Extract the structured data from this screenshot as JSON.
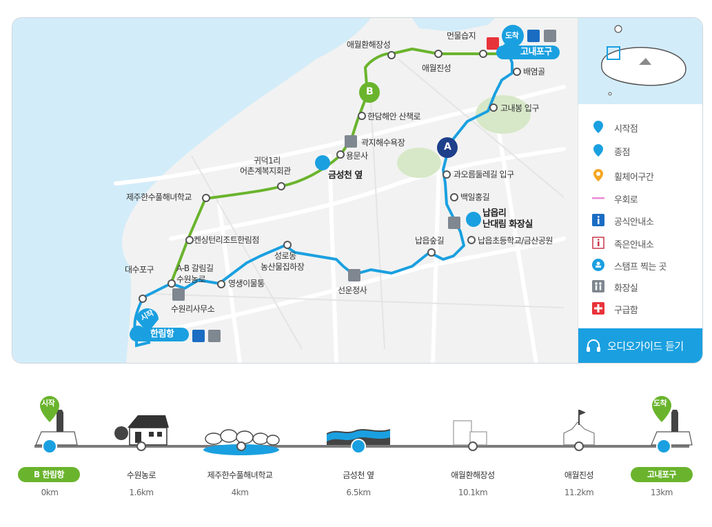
{
  "map": {
    "labels": {
      "meonmul": "먼물습지",
      "aewol_beach": "애월환해장성",
      "aewol_fort": "애월진성",
      "baeyeomgol": "배염골",
      "gonaebong": "고내봉 입구",
      "handam": "한담해안 산책로",
      "gwakji": "곽지해수욕장",
      "yongmunsa": "용문사",
      "geumseong": "금성천 옆",
      "gwideok1": "귀덕1리",
      "gwideok2": "어촌계복지회관",
      "haenyeo": "제주한수풀해녀학교",
      "kensington": "켄싱턴리조트한림점",
      "daesu": "대수포구",
      "ab_junction": "A-B 갈림길",
      "suwon_farm": "수원농로",
      "yeongsaeng": "영생이물통",
      "suwon_office": "수원리사무소",
      "hallim": "한림항",
      "seongrodong1": "성로동",
      "seongrodong2": "농산물집하장",
      "seonun": "선운정사",
      "napeupsup": "납읍숲길",
      "napeup_toilet1": "납읍리",
      "napeup_toilet2": "난대림 화장실",
      "napeup_school": "납읍초등학교/금산공원",
      "baegil": "백일홍길",
      "gwaoreum": "과오름둘레길 입구",
      "gonaepo": "고내포구",
      "start_tag": "시작",
      "end_tag": "도착",
      "route_a": "A",
      "route_b": "B"
    },
    "legend": [
      {
        "icon": "start-pin-icon",
        "text": "시작점"
      },
      {
        "icon": "end-pin-icon",
        "text": "종점"
      },
      {
        "icon": "wheelchair-icon",
        "text": "휠체어구간"
      },
      {
        "icon": "detour-line-icon",
        "text": "우회로"
      },
      {
        "icon": "official-info-icon",
        "text": "공식안내소"
      },
      {
        "icon": "small-info-icon",
        "text": "족은안내소"
      },
      {
        "icon": "stamp-icon",
        "text": "스탬프 찍는 곳"
      },
      {
        "icon": "restroom-icon",
        "text": "화장실"
      },
      {
        "icon": "first-aid-icon",
        "text": "구급함"
      }
    ],
    "audio_guide": "오디오가이드 듣기",
    "colors": {
      "route_b": "#6ab42d",
      "route_a": "#1aa0e0",
      "sea": "#d3ecf9",
      "accent": "#1aa0e0",
      "detour": "#e98ad6",
      "aid": "#e8333a"
    }
  },
  "timeline": {
    "stops": [
      {
        "name": "B 한림항",
        "dist": "0km",
        "highlight": true
      },
      {
        "name": "수원농로",
        "dist": "1.6km",
        "highlight": false
      },
      {
        "name": "제주한수풀해녀학교",
        "dist": "4km",
        "highlight": false
      },
      {
        "name": "금성천 옆",
        "dist": "6.5km",
        "highlight": false
      },
      {
        "name": "애월환해장성",
        "dist": "10.1km",
        "highlight": false
      },
      {
        "name": "애월진성",
        "dist": "11.2km",
        "highlight": false
      },
      {
        "name": "고내포구",
        "dist": "13km",
        "highlight": true
      }
    ],
    "start_tag": "시작",
    "end_tag": "도착"
  }
}
